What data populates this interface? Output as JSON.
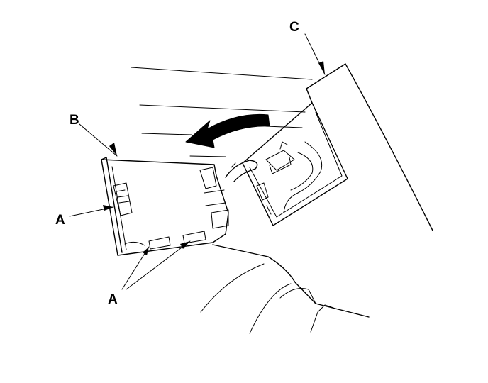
{
  "labels": {
    "a_left": "A",
    "a_bottom": "A",
    "b": "B",
    "c": "C"
  },
  "colors": {
    "ink": "#000000",
    "background": "#ffffff"
  }
}
